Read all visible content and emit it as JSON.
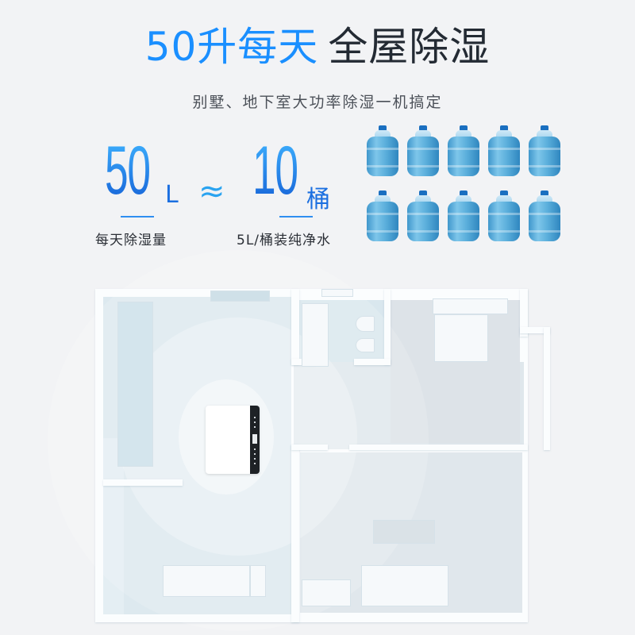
{
  "headline": {
    "highlight": "50升每天",
    "rest": "全屋除湿",
    "highlight_color": "#1a8fff",
    "rest_color": "#232a33"
  },
  "subtitle": "别墅、地下室大功率除湿一机搞定",
  "stats": {
    "left": {
      "value": "50",
      "unit": "L",
      "caption": "每天除湿量"
    },
    "approx_symbol": "≈",
    "right": {
      "value": "10",
      "unit": "桶",
      "caption": "5L/桶装纯净水"
    }
  },
  "bottles": {
    "count": 10,
    "rows": 2,
    "per_row": 5,
    "icon": "water-bottle-icon"
  },
  "floorplan": {
    "rooms": [
      "kitchen-living",
      "bathroom",
      "bedroom",
      "lounge"
    ],
    "device": "dehumidifier",
    "coverage_rings": 2
  }
}
